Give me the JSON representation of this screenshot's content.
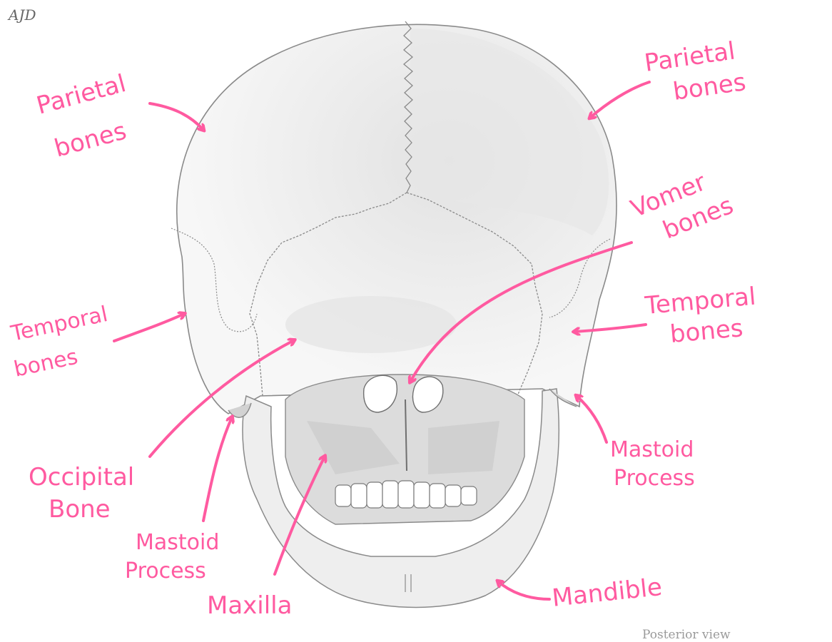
{
  "colors": {
    "label": "#ff5aa0",
    "pencil": "#8a8a8a",
    "shade": "#d8d8d8"
  },
  "signature": "AJD",
  "caption": "Posterior view",
  "labels": {
    "parietal_left": [
      "Parietal",
      "bones"
    ],
    "parietal_right": [
      "Parietal",
      "bones"
    ],
    "vomer": [
      "Vomer",
      "bones"
    ],
    "temporal_left": [
      "Temporal",
      "bones"
    ],
    "temporal_right": [
      "Temporal",
      "bones"
    ],
    "occipital": [
      "Occipital",
      "Bone"
    ],
    "mastoid_left": [
      "Mastoid",
      "Process"
    ],
    "mastoid_right": [
      "Mastoid",
      "Process"
    ],
    "maxilla": "Maxilla",
    "mandible": "Mandible"
  }
}
